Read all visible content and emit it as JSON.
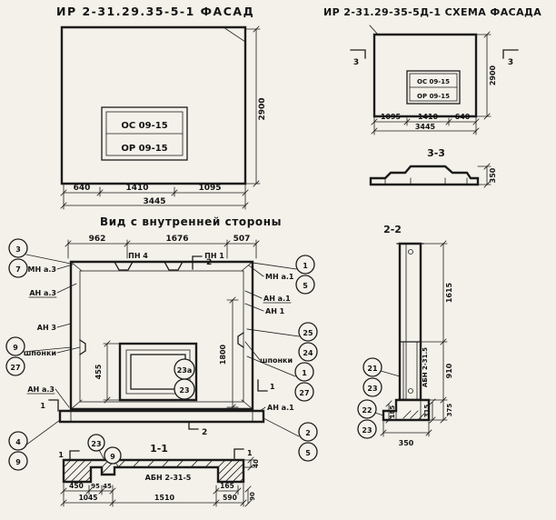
{
  "titles": {
    "facade_left": "ИР 2-31.29.35-5-1 ФАСАД",
    "facade_right": "ИР 2-31.29-35-5Д-1 СХЕМА ФАСАДА",
    "inner_view": "Вид с внутренней стороны"
  },
  "facade": {
    "plate": [
      "ОС 09-15",
      "ОР 09-15"
    ],
    "dim_640": "640",
    "dim_1410": "1410",
    "dim_1095": "1095",
    "dim_total": "3445",
    "dim_height": "2900"
  },
  "schema": {
    "plate": [
      "ОС 09-15",
      "ОР 09-15"
    ],
    "dim_1095": "1095",
    "dim_1410": "1410",
    "dim_640": "640",
    "dim_total": "3445",
    "dim_height": "2900",
    "marker_left": "3",
    "marker_right": "3"
  },
  "section33": {
    "title": "3-3",
    "dim_height": "350"
  },
  "inner": {
    "dim_962": "962",
    "dim_1676": "1676",
    "dim_507": "507",
    "label_pn_left": "ПН 4",
    "label_pn_right": "ПН 1",
    "left_labels": {
      "mna3": "МН а.3",
      "ana3": "АН а.3",
      "an3": "АН 3",
      "shponki": "шпонки",
      "ana3b": "АН а.3"
    },
    "right_labels": {
      "mna1": "МН а.1",
      "ana1": "АН а.1",
      "an1": "АН 1",
      "shponki": "шпонки",
      "ana1b": "АН а.1"
    },
    "dim_455": "455",
    "dim_1800": "1800",
    "marker_top": "2",
    "marker_bottom": "2",
    "marker_left": "1",
    "marker_right": "1",
    "callouts": {
      "tl": [
        "3",
        "7"
      ],
      "tr": [
        "1",
        "5"
      ],
      "r1": [
        "25",
        "24"
      ],
      "r2": [
        "1",
        "27"
      ],
      "l1": [
        "9",
        "27"
      ],
      "bl": [
        "4",
        "9"
      ],
      "br": [
        "2",
        "5"
      ],
      "opening": [
        "23а",
        "23"
      ]
    }
  },
  "section22": {
    "title": "2-2",
    "label": "АБН 2-31.5",
    "dim_1615": "1615",
    "dim_910": "910",
    "dim_375": "375",
    "dim_315": "315",
    "dim_350": "350",
    "dim_185": "185",
    "callout_a": [
      "21",
      "23"
    ],
    "callout_b": [
      "22",
      "23"
    ]
  },
  "section11": {
    "title": "1-1",
    "label": "АБН 2-31-5",
    "dim_450": "450",
    "dim_95": "95",
    "dim_45": "45",
    "dim_1045": "1045",
    "dim_1510": "1510",
    "dim_165": "165",
    "dim_590": "590",
    "dim_90": "90",
    "dim_40": "40",
    "marker_left": "1",
    "marker_right": "1",
    "callouts": {
      "a": [
        "23"
      ],
      "b": [
        "9"
      ]
    }
  }
}
